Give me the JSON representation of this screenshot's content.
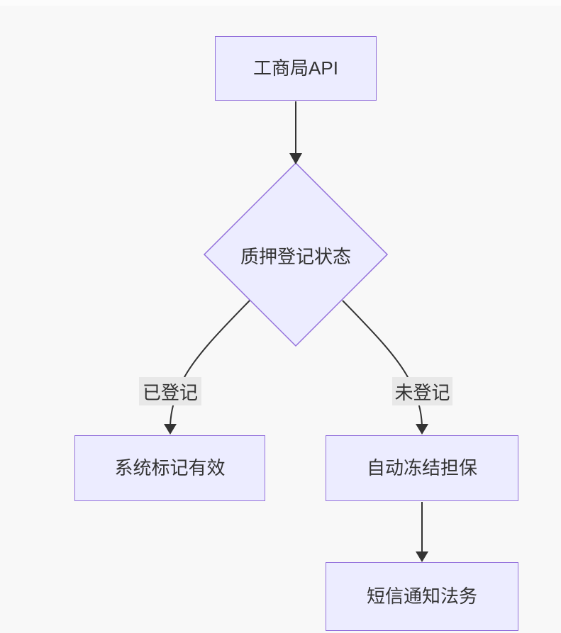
{
  "diagram": {
    "type": "flowchart",
    "direction": "top-down",
    "nodes": [
      {
        "id": "A",
        "shape": "rectangle",
        "label": "工商局API"
      },
      {
        "id": "B",
        "shape": "diamond",
        "label": "质押登记状态"
      },
      {
        "id": "C",
        "shape": "rectangle",
        "label": "系统标记有效"
      },
      {
        "id": "D",
        "shape": "rectangle",
        "label": "自动冻结担保"
      },
      {
        "id": "E",
        "shape": "rectangle",
        "label": "短信通知法务"
      }
    ],
    "edges": [
      {
        "from": "工商局API",
        "to": "质押登记状态",
        "label": ""
      },
      {
        "from": "质押登记状态",
        "to": "系统标记有效",
        "label": "已登记"
      },
      {
        "from": "质押登记状态",
        "to": "自动冻结担保",
        "label": "未登记"
      },
      {
        "from": "自动冻结担保",
        "to": "短信通知法务",
        "label": ""
      }
    ],
    "colors": {
      "node_fill": "#ECECFF",
      "node_border": "#9370DB",
      "edge_stroke": "#333333",
      "text": "#333333",
      "edge_label_background": "#e8e8e8",
      "page_background": "#f8f8f8"
    }
  }
}
